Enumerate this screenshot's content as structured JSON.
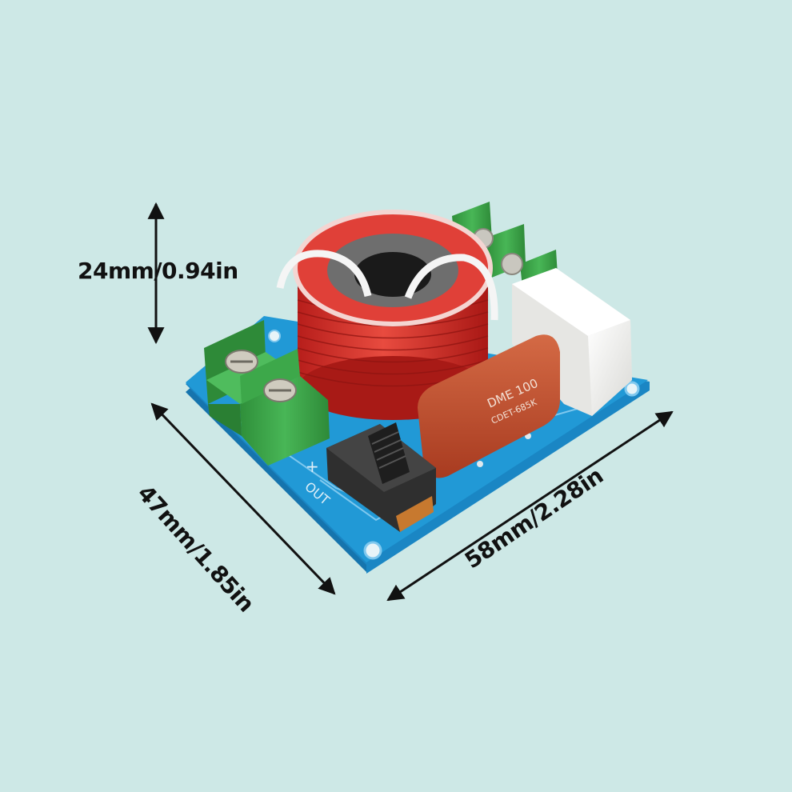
{
  "dimensions": {
    "height": "24mm/0.94in",
    "depth": "47mm/1.85in",
    "width": "58mm/2.28in"
  },
  "board": {
    "capacitor_text_line1": "DME 100",
    "capacitor_text_line2": "CDET-685K",
    "plus_sign": "+",
    "out_label": "OUT"
  },
  "colors": {
    "background": "#cde8e6",
    "pcb": "#1f8fc9",
    "terminal": "#3dab4a",
    "coil": "#d8322c",
    "capacitor": "#c2512f",
    "resistor": "#f2f2f0",
    "switch": "#333333"
  }
}
